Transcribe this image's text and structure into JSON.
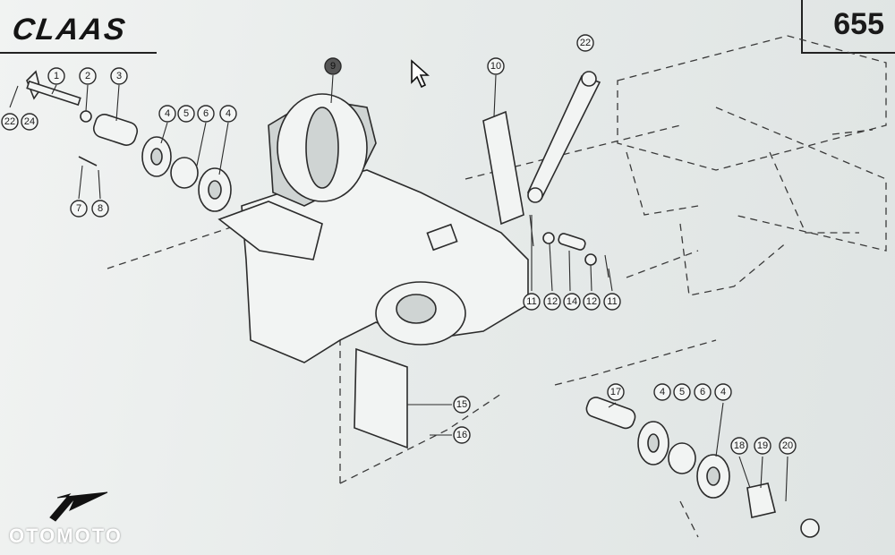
{
  "header": {
    "brand": "CLAAS",
    "page_number": "655"
  },
  "watermark": "OTOMOTO",
  "callouts": [
    {
      "id": "c-22a",
      "label": "22"
    },
    {
      "id": "c-24a",
      "label": "24"
    },
    {
      "id": "c-1",
      "label": "1"
    },
    {
      "id": "c-2",
      "label": "2"
    },
    {
      "id": "c-3",
      "label": "3"
    },
    {
      "id": "c-4a",
      "label": "4"
    },
    {
      "id": "c-5a",
      "label": "5"
    },
    {
      "id": "c-6a",
      "label": "6"
    },
    {
      "id": "c-4b",
      "label": "4"
    },
    {
      "id": "c-7",
      "label": "7"
    },
    {
      "id": "c-8",
      "label": "8"
    },
    {
      "id": "c-9",
      "label": "9"
    },
    {
      "id": "c-10",
      "label": "10"
    },
    {
      "id": "c-22b",
      "label": "22"
    },
    {
      "id": "c-11a",
      "label": "11"
    },
    {
      "id": "c-12a",
      "label": "12"
    },
    {
      "id": "c-14",
      "label": "14"
    },
    {
      "id": "c-12b",
      "label": "12"
    },
    {
      "id": "c-11b",
      "label": "11"
    },
    {
      "id": "c-15",
      "label": "15"
    },
    {
      "id": "c-16",
      "label": "16"
    },
    {
      "id": "c-17",
      "label": "17"
    },
    {
      "id": "c-4c",
      "label": "4"
    },
    {
      "id": "c-5b",
      "label": "5"
    },
    {
      "id": "c-6b",
      "label": "6"
    },
    {
      "id": "c-4d",
      "label": "4"
    },
    {
      "id": "c-18",
      "label": "18"
    },
    {
      "id": "c-19",
      "label": "19"
    },
    {
      "id": "c-20",
      "label": "20"
    }
  ]
}
